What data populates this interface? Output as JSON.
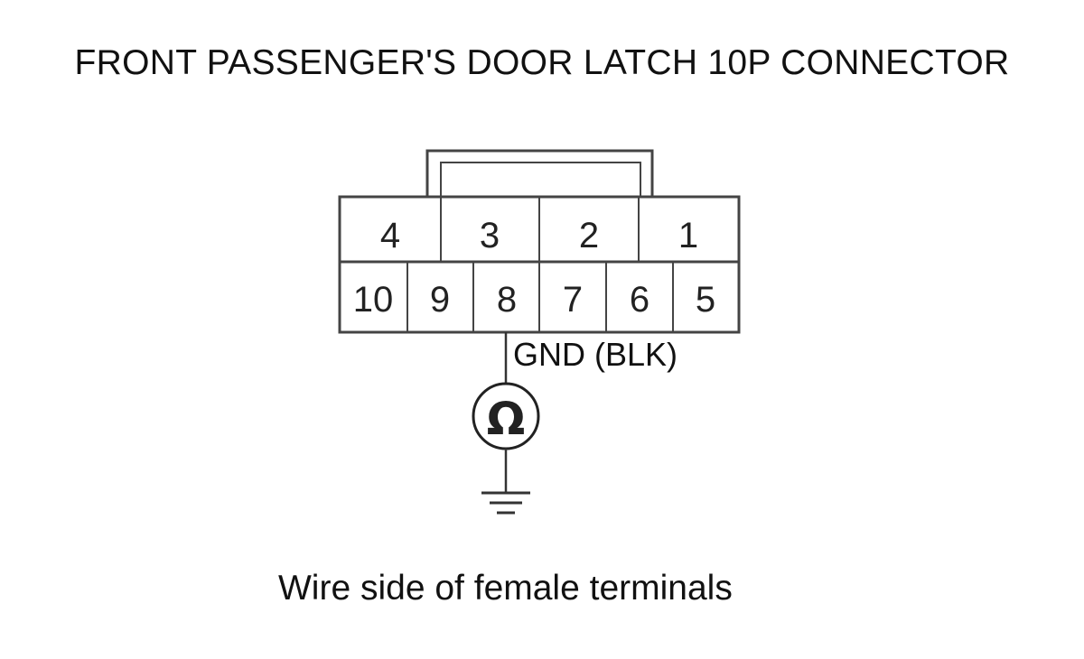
{
  "title": "FRONT PASSENGER'S DOOR LATCH 10P CONNECTOR",
  "caption": "Wire side of female terminals",
  "probe": {
    "terminal": "8",
    "label": "GND (BLK)",
    "meter_icon": "ohm-meter-icon",
    "meter_symbol": "Ω",
    "ground_icon": "ground-symbol-icon"
  },
  "connector": {
    "top_row": [
      "4",
      "3",
      "2",
      "1"
    ],
    "bottom_row": [
      "10",
      "9",
      "8",
      "7",
      "6",
      "5"
    ]
  },
  "colors": {
    "line": "#444444",
    "fill": "#ffffff",
    "text": "#111111"
  }
}
